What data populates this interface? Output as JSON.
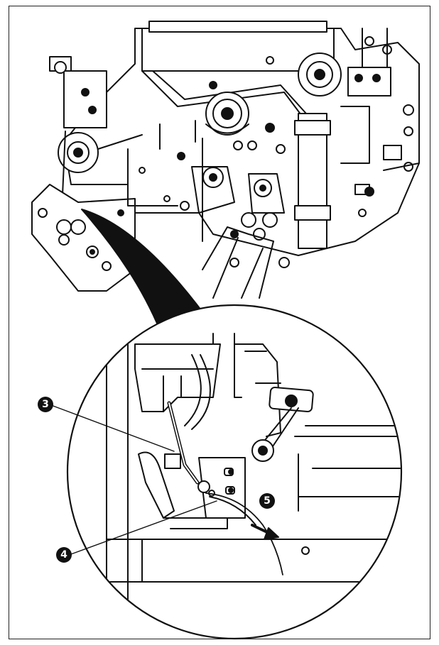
{
  "callouts": [
    {
      "label": "3",
      "part": "thread-guide-3"
    },
    {
      "label": "4",
      "part": "thread-guide-4"
    },
    {
      "label": "5",
      "part": "pull-direction-arrow-5"
    }
  ],
  "colors": {
    "line": "#111111",
    "background": "#ffffff"
  }
}
